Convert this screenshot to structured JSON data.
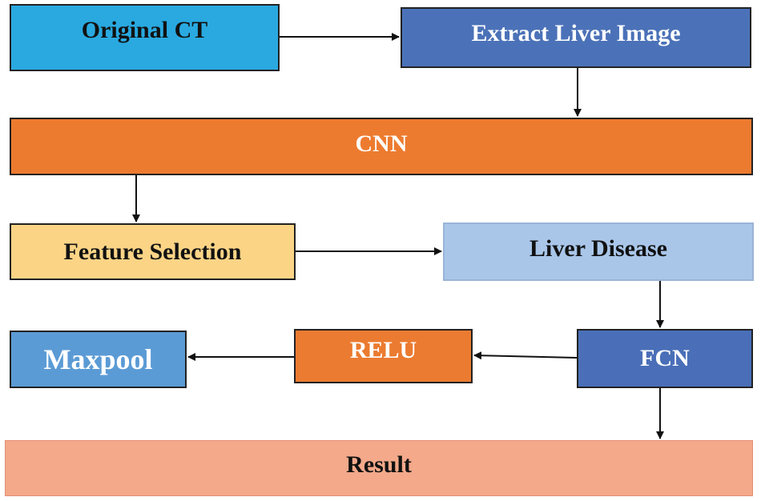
{
  "nodes": {
    "original_ct": {
      "label": "Original CT",
      "color": "#29a9e0"
    },
    "extract_liver": {
      "label": "Extract Liver Image",
      "color": "#4b72b8"
    },
    "cnn": {
      "label": "CNN",
      "color": "#ed7b2f"
    },
    "feature_selection": {
      "label": "Feature Selection",
      "color": "#fbd486"
    },
    "liver_disease": {
      "label": "Liver Disease",
      "color": "#a9c6e9"
    },
    "fcn": {
      "label": "FCN",
      "color": "#4a6fb8"
    },
    "relu": {
      "label": "RELU",
      "color": "#eb7b30"
    },
    "maxpool": {
      "label": "Maxpool",
      "color": "#5b9bd5"
    },
    "result": {
      "label": "Result",
      "color": "#f3a98a"
    }
  },
  "edges": [
    {
      "from": "Original CT",
      "to": "Extract Liver Image"
    },
    {
      "from": "Extract Liver Image",
      "to": "CNN"
    },
    {
      "from": "CNN",
      "to": "Feature Selection"
    },
    {
      "from": "Feature Selection",
      "to": "Liver Disease"
    },
    {
      "from": "Liver Disease",
      "to": "FCN"
    },
    {
      "from": "FCN",
      "to": "RELU"
    },
    {
      "from": "RELU",
      "to": "Maxpool"
    },
    {
      "from": "FCN",
      "to": "Result"
    }
  ]
}
